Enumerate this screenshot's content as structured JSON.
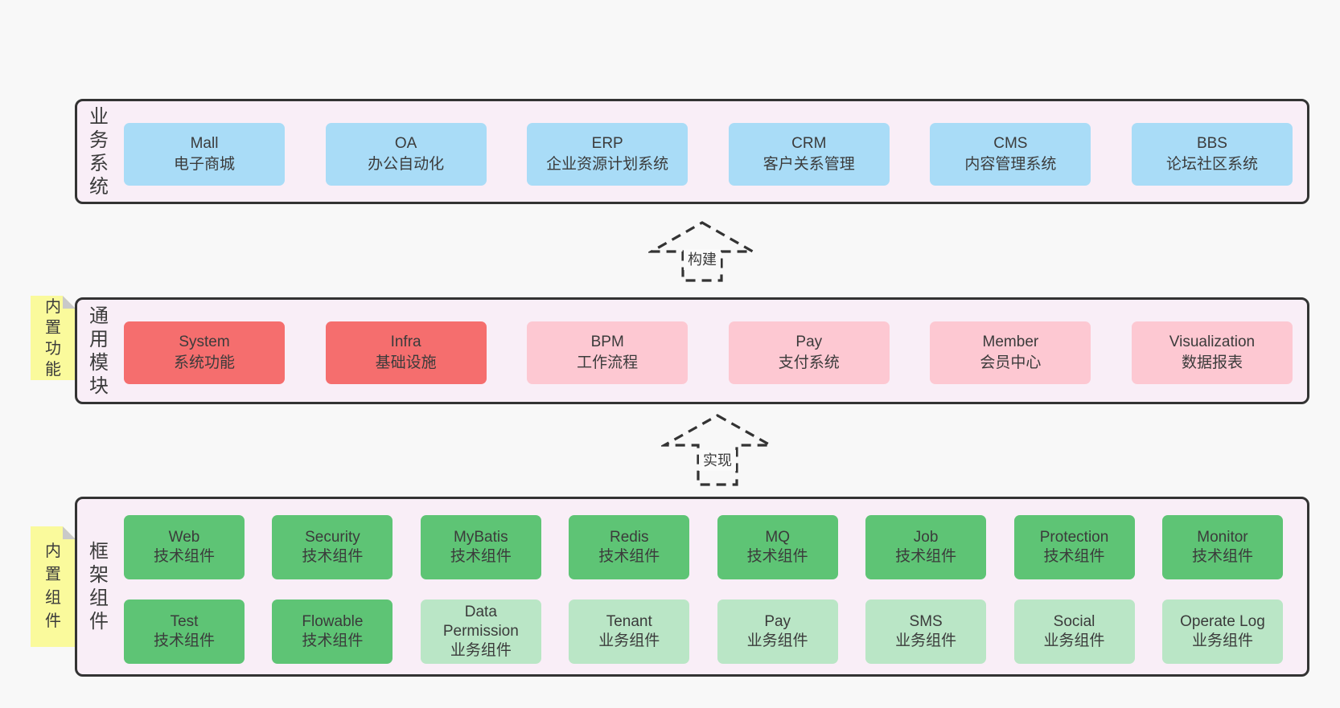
{
  "colors": {
    "page_bg": "#f8f8f8",
    "panel_bg": "#f9eef7",
    "panel_border": "#333333",
    "text": "#3b3b3b",
    "blue": "#a9dcf7",
    "red": "#f56e6e",
    "pink": "#fdc8d2",
    "green": "#5ec475",
    "green_light": "#bae6c6",
    "tab_yellow": "#fafa9c",
    "tab_fold": "#c9c9c9"
  },
  "layers": {
    "business": {
      "label": "业务系统",
      "boxes": [
        {
          "name": "box-mall",
          "title": "Mall",
          "subtitle": "电子商城",
          "variant": "blue"
        },
        {
          "name": "box-oa",
          "title": "OA",
          "subtitle": "办公自动化",
          "variant": "blue"
        },
        {
          "name": "box-erp",
          "title": "ERP",
          "subtitle": "企业资源计划系统",
          "variant": "blue"
        },
        {
          "name": "box-crm",
          "title": "CRM",
          "subtitle": "客户关系管理",
          "variant": "blue"
        },
        {
          "name": "box-cms",
          "title": "CMS",
          "subtitle": "内容管理系统",
          "variant": "blue"
        },
        {
          "name": "box-bbs",
          "title": "BBS",
          "subtitle": "论坛社区系统",
          "variant": "blue"
        }
      ]
    },
    "common": {
      "label": "通用模块",
      "tab": "内置功能",
      "boxes": [
        {
          "name": "box-system",
          "title": "System",
          "subtitle": "系统功能",
          "variant": "red"
        },
        {
          "name": "box-infra",
          "title": "Infra",
          "subtitle": "基础设施",
          "variant": "red"
        },
        {
          "name": "box-bpm",
          "title": "BPM",
          "subtitle": "工作流程",
          "variant": "pink"
        },
        {
          "name": "box-pay-module",
          "title": "Pay",
          "subtitle": "支付系统",
          "variant": "pink"
        },
        {
          "name": "box-member",
          "title": "Member",
          "subtitle": "会员中心",
          "variant": "pink"
        },
        {
          "name": "box-visualization",
          "title": "Visualization",
          "subtitle": "数据报表",
          "variant": "pink"
        }
      ]
    },
    "framework": {
      "label": "框架组件",
      "tab": "内置组件",
      "row1": [
        {
          "name": "box-web",
          "title": "Web",
          "subtitle": "技术组件",
          "variant": "green"
        },
        {
          "name": "box-security",
          "title": "Security",
          "subtitle": "技术组件",
          "variant": "green"
        },
        {
          "name": "box-mybatis",
          "title": "MyBatis",
          "subtitle": "技术组件",
          "variant": "green"
        },
        {
          "name": "box-redis",
          "title": "Redis",
          "subtitle": "技术组件",
          "variant": "green"
        },
        {
          "name": "box-mq",
          "title": "MQ",
          "subtitle": "技术组件",
          "variant": "green"
        },
        {
          "name": "box-job",
          "title": "Job",
          "subtitle": "技术组件",
          "variant": "green"
        },
        {
          "name": "box-protection",
          "title": "Protection",
          "subtitle": "技术组件",
          "variant": "green"
        },
        {
          "name": "box-monitor",
          "title": "Monitor",
          "subtitle": "技术组件",
          "variant": "green"
        }
      ],
      "row2": [
        {
          "name": "box-test",
          "title": "Test",
          "subtitle": "技术组件",
          "variant": "green"
        },
        {
          "name": "box-flowable",
          "title": "Flowable",
          "subtitle": "技术组件",
          "variant": "green"
        },
        {
          "name": "box-data-permission",
          "title": "Data Permission",
          "subtitle": "业务组件",
          "variant": "green-light"
        },
        {
          "name": "box-tenant",
          "title": "Tenant",
          "subtitle": "业务组件",
          "variant": "green-light"
        },
        {
          "name": "box-pay-component",
          "title": "Pay",
          "subtitle": "业务组件",
          "variant": "green-light"
        },
        {
          "name": "box-sms",
          "title": "SMS",
          "subtitle": "业务组件",
          "variant": "green-light"
        },
        {
          "name": "box-social",
          "title": "Social",
          "subtitle": "业务组件",
          "variant": "green-light"
        },
        {
          "name": "box-operate-log",
          "title": "Operate Log",
          "subtitle": "业务组件",
          "variant": "green-light"
        }
      ]
    }
  },
  "arrows": {
    "build": "构建",
    "implement": "实现"
  }
}
